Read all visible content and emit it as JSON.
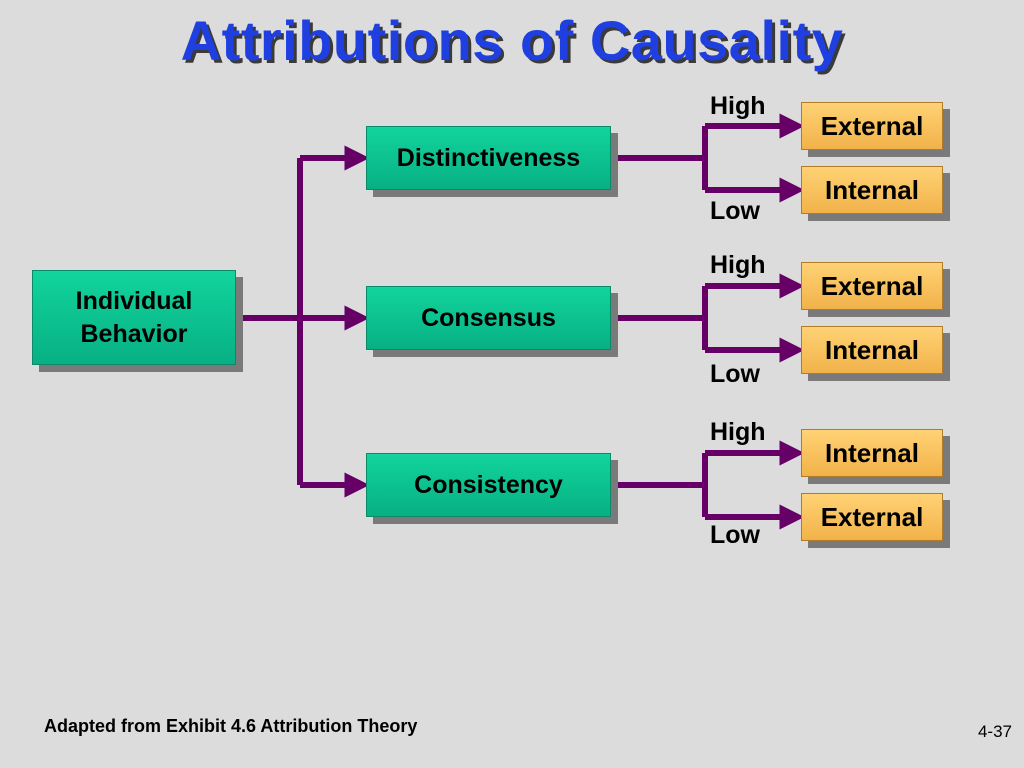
{
  "title": "Attributions of Causality",
  "root": {
    "line1": "Individual",
    "line2": "Behavior"
  },
  "factors": [
    {
      "name": "Distinctiveness",
      "high_label": "High",
      "low_label": "Low",
      "high_result": "External",
      "low_result": "Internal"
    },
    {
      "name": "Consensus",
      "high_label": "High",
      "low_label": "Low",
      "high_result": "External",
      "low_result": "Internal"
    },
    {
      "name": "Consistency",
      "high_label": "High",
      "low_label": "Low",
      "high_result": "Internal",
      "low_result": "External"
    }
  ],
  "colors": {
    "title": "#1f3fe0",
    "connector": "#660066",
    "factor_box": "#07c18f",
    "result_box": "#f6c05e"
  },
  "footer": "Adapted from Exhibit 4.6 Attribution Theory",
  "page_number": "4-37"
}
